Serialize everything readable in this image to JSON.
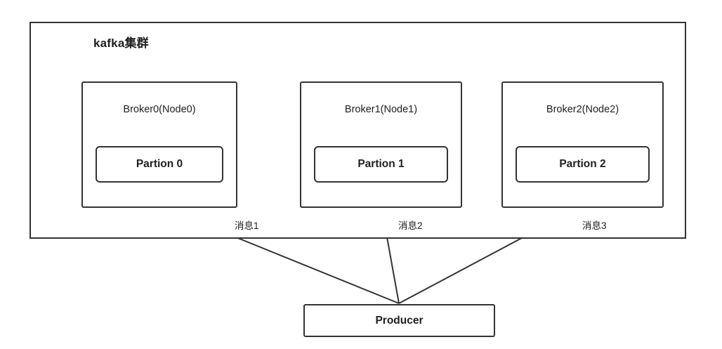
{
  "diagram": {
    "title": "kafka集群",
    "cluster": {
      "label": "kafka集群"
    },
    "brokers": [
      {
        "id": "broker0",
        "label": "Broker0(Node0)",
        "partition": "Partion 0"
      },
      {
        "id": "broker1",
        "label": "Broker1(Node1)",
        "partition": "Partion 1"
      },
      {
        "id": "broker2",
        "label": "Broker2(Node2)",
        "partition": "Partion 2"
      }
    ],
    "producer": {
      "label": "Producer"
    },
    "edges": [
      {
        "label": "消息1",
        "from": "producer",
        "to": "broker0"
      },
      {
        "label": "消息2",
        "from": "producer",
        "to": "broker1"
      },
      {
        "label": "消息3",
        "from": "producer",
        "to": "broker2"
      }
    ],
    "colors": {
      "stroke": "#333333",
      "background": "#ffffff",
      "text": "#1f1f1f"
    }
  }
}
